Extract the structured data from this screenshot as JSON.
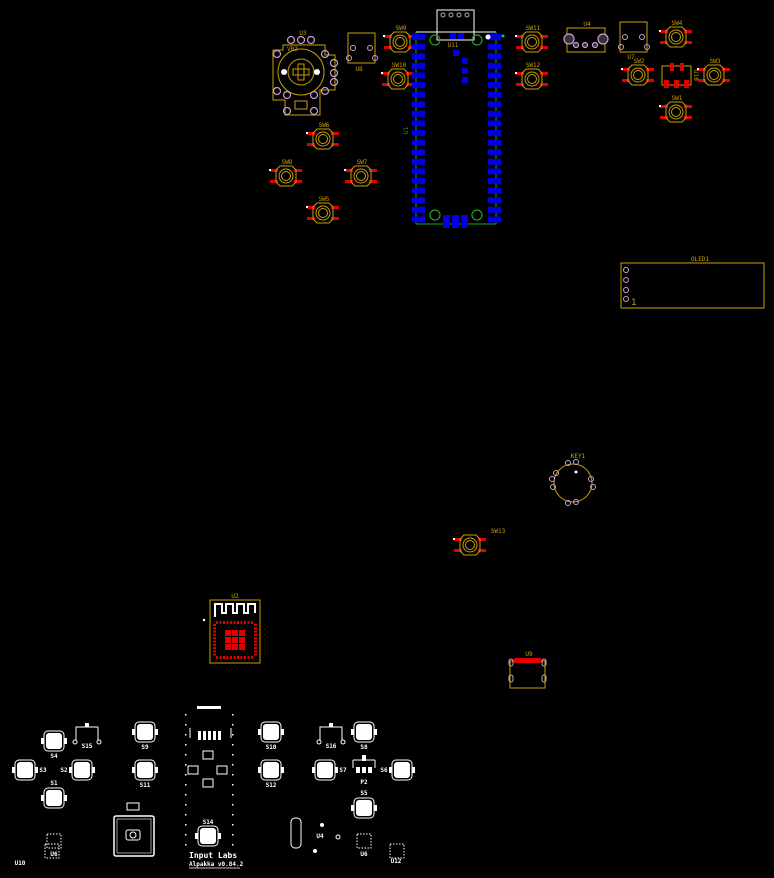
{
  "colors": {
    "background": "#000000",
    "silkscreen": "#c8a000",
    "pad_smd": "#e00000",
    "pad_tht": "#c8a0d0",
    "pico_pads": "#0000e0",
    "pico_outline": "#20a020",
    "white_silk": "#ffffff"
  },
  "top_layer": {
    "tact_switches": [
      "SW9",
      "SW10",
      "SW6",
      "SW8",
      "SW7",
      "SW5",
      "SW11",
      "SW12",
      "SW4",
      "SW2",
      "SW3",
      "SW1",
      "SW13"
    ],
    "u3": {
      "label": "U3",
      "sub_label": "VR2"
    },
    "u8": {
      "label": "U8"
    },
    "u11": {
      "label": "U11",
      "side_label": "U1"
    },
    "u4": {
      "label": "U4"
    },
    "u7": {
      "label": "U7"
    },
    "u10": {
      "label": "U10"
    },
    "oled": {
      "label": "OLED1",
      "pin1": "1"
    },
    "key1": {
      "label": "KEY1"
    },
    "u9": {
      "label": "U9"
    },
    "u2": {
      "label": "U2"
    }
  },
  "bottom_layer": {
    "buttons": [
      "S4",
      "S3",
      "S2",
      "S1",
      "S9",
      "S11",
      "S10",
      "S12",
      "S8",
      "S7",
      "S6",
      "S5",
      "S14"
    ],
    "s15": "S15",
    "s16": "S16",
    "p2": "P2",
    "u6_left": "U6",
    "u6_right": "U6",
    "u4": "U4",
    "u10": "U10",
    "u12": "U12",
    "brand": "Input Labs",
    "version": "Alpakka v0.84.2"
  }
}
